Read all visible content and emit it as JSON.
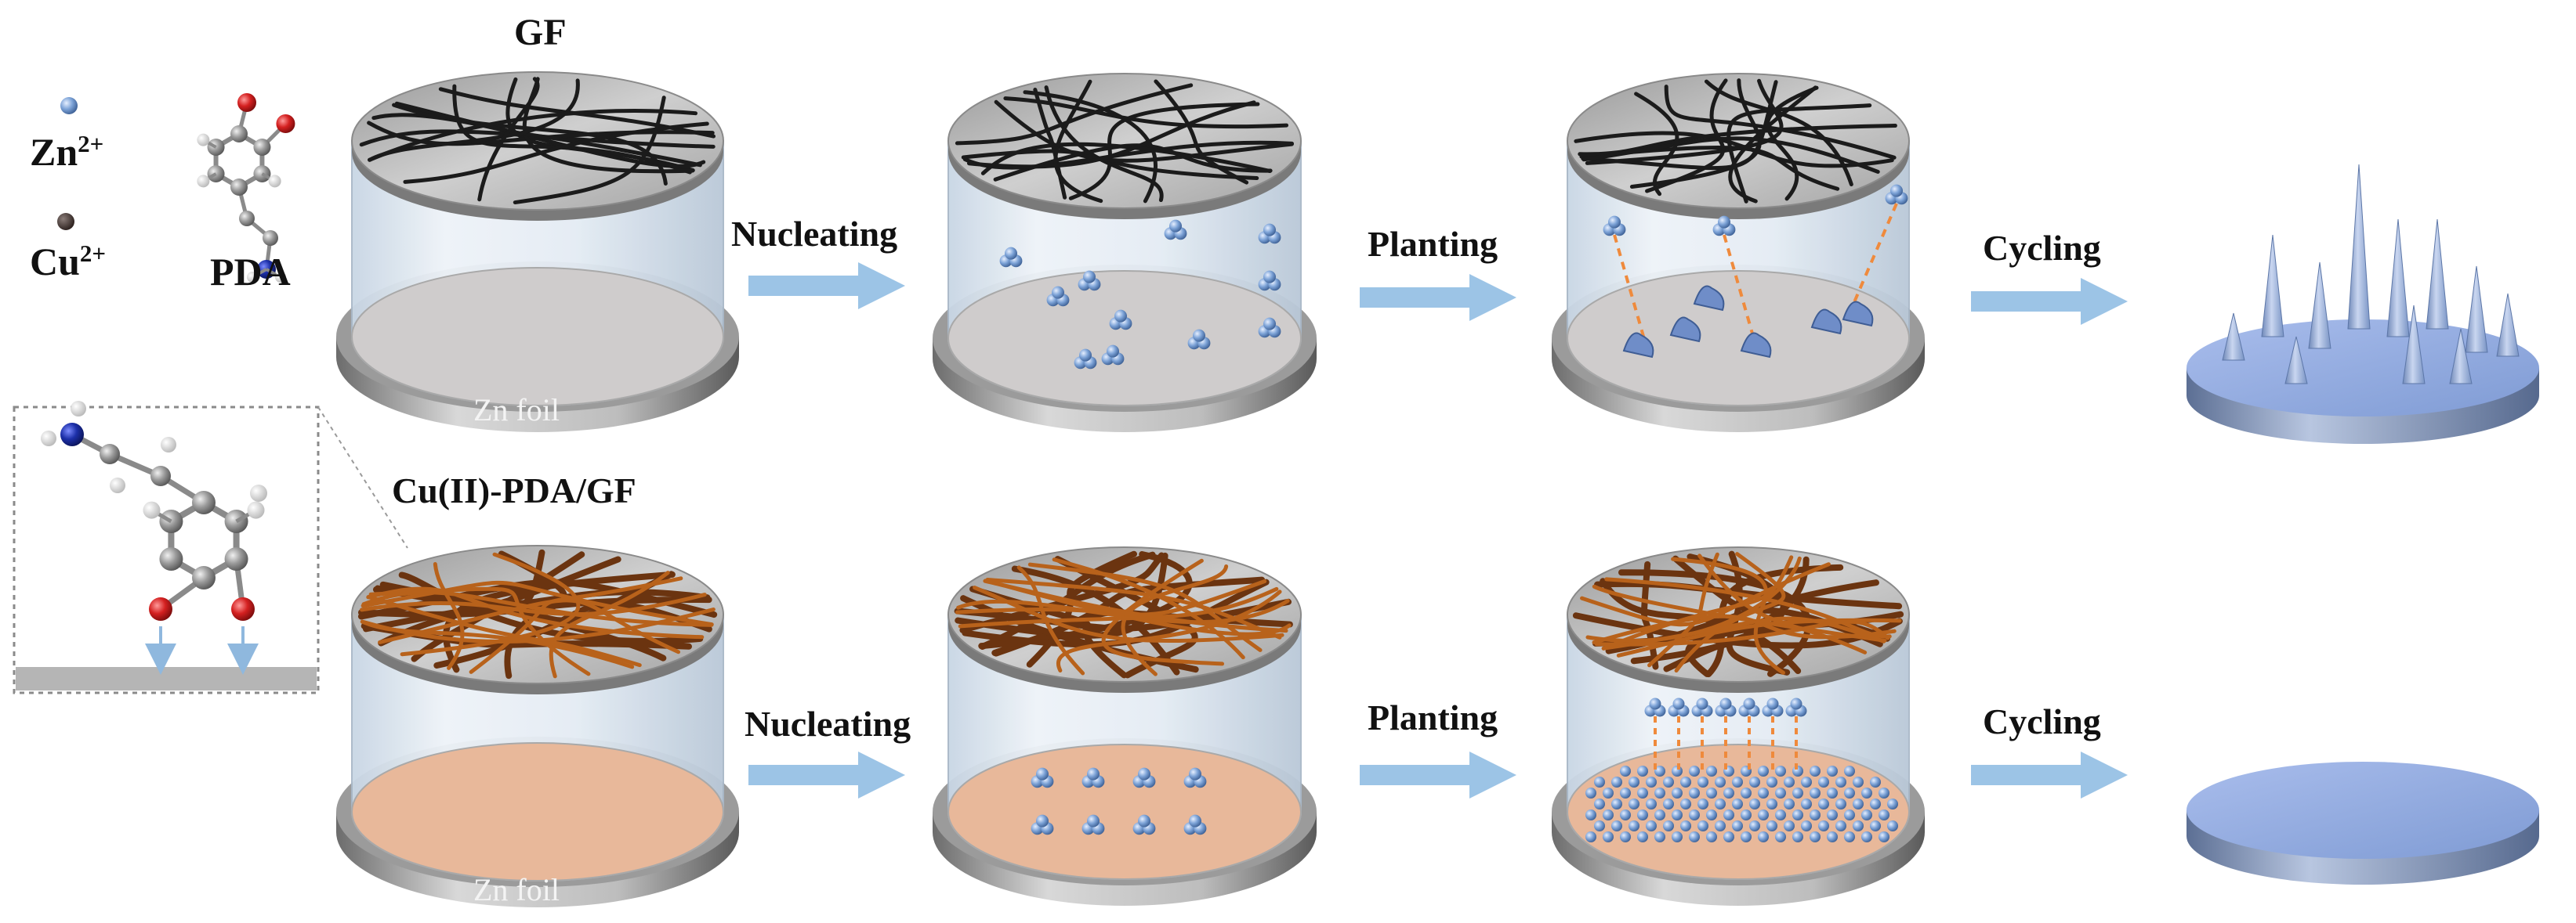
{
  "legend": {
    "zn_label": "Zn",
    "zn_charge": "2+",
    "cu_label": "Cu",
    "cu_charge": "2+",
    "pda_label": "PDA"
  },
  "rows": [
    {
      "title": "GF",
      "substrate_label": "Zn foil",
      "steps": [
        "Nucleating",
        "Planting",
        "Cycling"
      ]
    },
    {
      "title": "Cu(II)-PDA/GF",
      "substrate_label": "Zn foil",
      "steps": [
        "Nucleating",
        "Planting",
        "Cycling"
      ]
    }
  ],
  "colors": {
    "arrow": "#9cc4e6",
    "zinc_blue": "#8eaee0",
    "copper_fiber": "#b8621b",
    "zn_foil_top": "#cfcccc",
    "cu_coated_top": "#e8b89a",
    "glass": "#dde7f0",
    "oxygen": "#d42020",
    "nitrogen": "#1c2fa8",
    "carbon": "#9a9a9a",
    "hydrogen": "#ececec"
  }
}
